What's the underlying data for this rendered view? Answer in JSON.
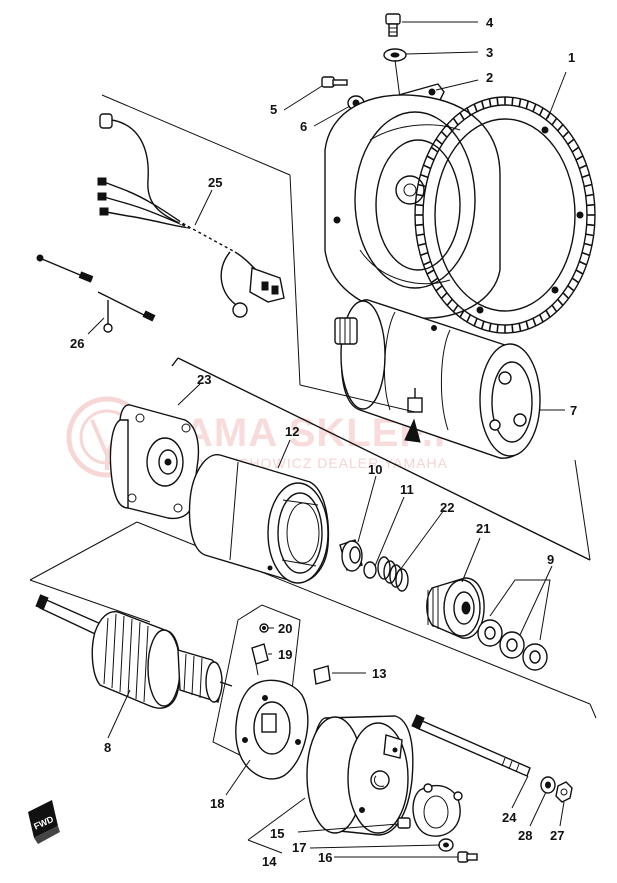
{
  "watermark": {
    "brand": "YAMA SKLEP.PL",
    "subtitle": "WOJCIECHOWICZ DEALER YAMAHA",
    "logo_icon": "yamaha-tuning-fork-logo",
    "color": "#e06060"
  },
  "fwd_badge": "FWD",
  "parts": [
    {
      "id": "1",
      "name": "flywheel-ring-gear"
    },
    {
      "id": "2",
      "name": "bracket"
    },
    {
      "id": "3",
      "name": "washer"
    },
    {
      "id": "4",
      "name": "bolt"
    },
    {
      "id": "5",
      "name": "bolt"
    },
    {
      "id": "6",
      "name": "washer"
    },
    {
      "id": "7",
      "name": "starter-motor"
    },
    {
      "id": "8",
      "name": "armature"
    },
    {
      "id": "9",
      "name": "washer-set"
    },
    {
      "id": "10",
      "name": "bushing"
    },
    {
      "id": "11",
      "name": "clip"
    },
    {
      "id": "12",
      "name": "yoke"
    },
    {
      "id": "13",
      "name": "brush"
    },
    {
      "id": "14",
      "name": "end-cover-set"
    },
    {
      "id": "15",
      "name": "bolt"
    },
    {
      "id": "16",
      "name": "bolt"
    },
    {
      "id": "17",
      "name": "washer"
    },
    {
      "id": "18",
      "name": "brush-holder"
    },
    {
      "id": "19",
      "name": "brush"
    },
    {
      "id": "20",
      "name": "screw"
    },
    {
      "id": "21",
      "name": "pinion-drive"
    },
    {
      "id": "22",
      "name": "spring"
    },
    {
      "id": "23",
      "name": "front-cover"
    },
    {
      "id": "24",
      "name": "through-bolt"
    },
    {
      "id": "25",
      "name": "wire-harness"
    },
    {
      "id": "26",
      "name": "lead-wire"
    },
    {
      "id": "27",
      "name": "nut"
    },
    {
      "id": "28",
      "name": "washer"
    }
  ]
}
